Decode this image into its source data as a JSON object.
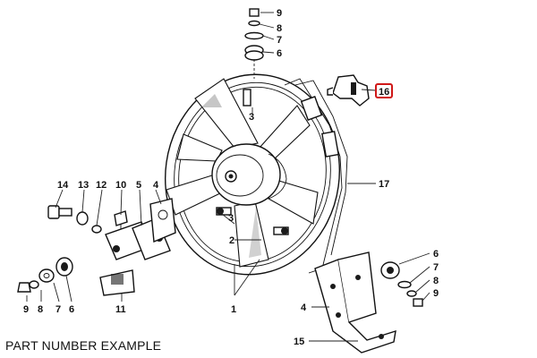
{
  "caption": "PART NUMBER EXAMPLE",
  "highlight_color": "#d01818",
  "callouts": {
    "top_9": "9",
    "top_8": "8",
    "top_7": "7",
    "top_6": "6",
    "c3": "3",
    "c16": "16",
    "c17": "17",
    "c14": "14",
    "c13": "13",
    "c12": "12",
    "c10": "10",
    "c5": "5",
    "c4": "4",
    "c3b": "3",
    "c2": "2",
    "c1": "1",
    "r6": "6",
    "r7": "7",
    "r8": "8",
    "r9": "9",
    "c4b": "4",
    "c15": "15",
    "bl9": "9",
    "bl8": "8",
    "bl7": "7",
    "bl6": "6",
    "c11": "11"
  }
}
